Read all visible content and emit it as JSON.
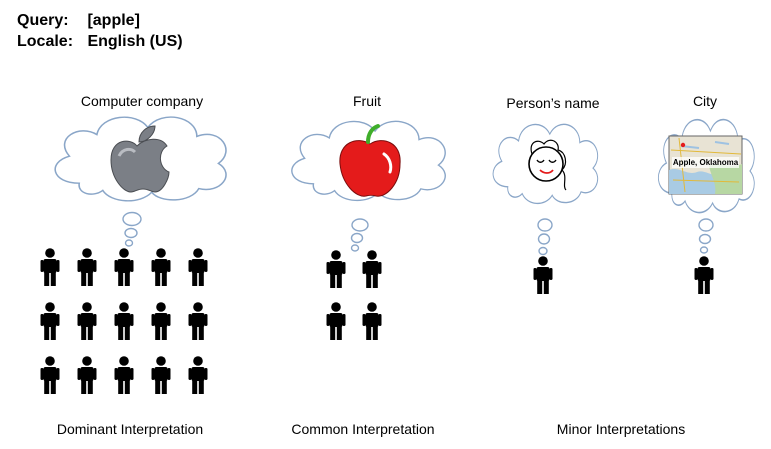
{
  "header": {
    "query_key": "Query:",
    "query_value": "[apple]",
    "locale_key": "Locale:",
    "locale_value": "English (US)"
  },
  "interpretations": [
    {
      "id": "computer",
      "label": "Computer company",
      "icon": "apple-logo-icon",
      "people": 15
    },
    {
      "id": "fruit",
      "label": "Fruit",
      "icon": "red-apple-icon",
      "people": 4
    },
    {
      "id": "person",
      "label": "Person’s name",
      "icon": "smiley-face-icon",
      "people": 1
    },
    {
      "id": "city",
      "label": "City",
      "icon": "map-icon",
      "people": 1,
      "map_label": "Apple, Oklahoma"
    }
  ],
  "bottom_labels": {
    "dominant": "Dominant Interpretation",
    "common": "Common Interpretation",
    "minor": "Minor Interpretations"
  },
  "colors": {
    "cloud_stroke": "#8aa6c8",
    "apple_red": "#e41b1b",
    "stem_green": "#3fae2a",
    "logo_gray": "#7b7f86"
  }
}
